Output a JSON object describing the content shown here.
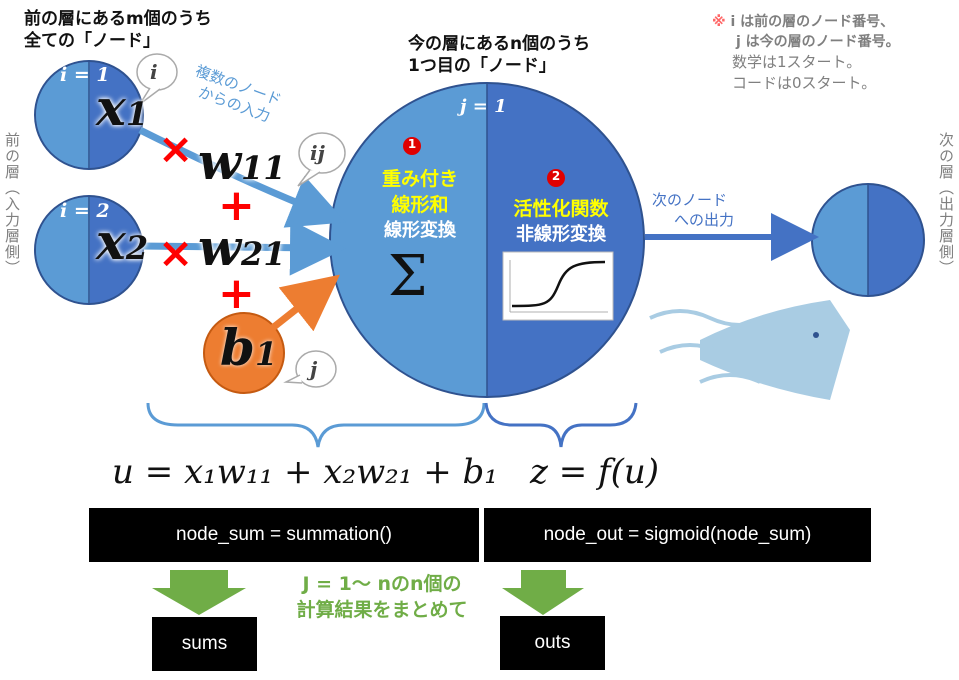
{
  "prev_layer_title_line1": "前の層にあるm個のうち",
  "prev_layer_title_line2": "全ての「ノード」",
  "cur_layer_title_line1": "今の層にあるn個のうち",
  "cur_layer_title_line2": "1つ目の「ノード」",
  "note": {
    "mark": "※",
    "line1": "i は前の層のノード番号、",
    "line2": "j は今の層のノード番号。",
    "line3": "数学は1スタート。",
    "line4": "コードは0スタート。"
  },
  "left_side_label": "前の層（入力層側）",
  "right_side_label": "次の層（出力層側）",
  "input_nodes": [
    {
      "index_label": "i = 1",
      "var": "x",
      "sub": "1",
      "weight": "w",
      "weight_sub": "11"
    },
    {
      "index_label": "i = 2",
      "var": "x",
      "sub": "2",
      "weight": "w",
      "weight_sub": "21"
    }
  ],
  "bias": {
    "var": "b",
    "sub": "1"
  },
  "bubbles": {
    "i": "i",
    "ij": "ij",
    "j": "j"
  },
  "multi_input_label_line1": "複数のノード",
  "multi_input_label_line2": "からの入力",
  "operators": {
    "times": "×",
    "plus": "+"
  },
  "main_node": {
    "index_label": "j = 1",
    "step1_num": "1",
    "step1_line1": "重み付き",
    "step1_line2": "線形和",
    "step1_line3": "線形変換",
    "sigma": "Σ",
    "step2_num": "2",
    "step2_line1": "活性化関数",
    "step2_line2": "非線形変換"
  },
  "output_label_line1": "次のノード",
  "output_label_line2": "への出力",
  "formula_u": "u = x₁w₁₁ + x₂w₂₁ + b₁",
  "formula_z": "z = f(u)",
  "code": {
    "left": "node_sum = summation()",
    "right": "node_out = sigmoid(node_sum)",
    "sums": "sums",
    "outs": "outs"
  },
  "collect_label_line1": "J = 1～ nのn個の",
  "collect_label_line2": "計算結果をまとめて",
  "colors": {
    "node_light": "#5b9bd5",
    "node_dark": "#4472c4",
    "bias": "#ed7d31",
    "cross": "#ff0000",
    "green": "#70ad47",
    "note_red": "#ff0000"
  }
}
